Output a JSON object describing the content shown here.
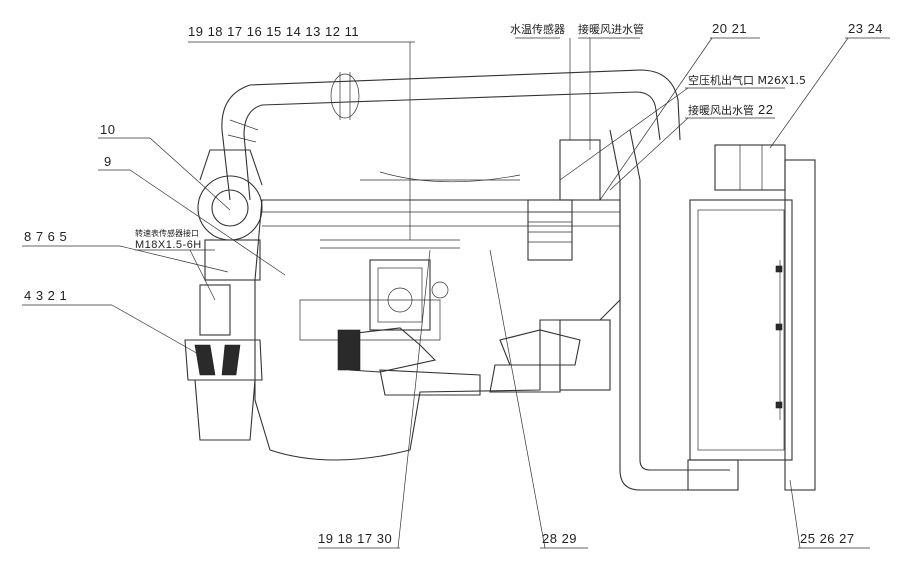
{
  "labels": {
    "top_left": "19 18 17 16 15 14 13 12 11",
    "top_right": "23 24",
    "top_mid": "20 21",
    "water_temp_sensor": "水温传感器",
    "heater_inlet": "接暖风进水管",
    "air_compressor_outlet": "空压机出气口 M26X1.5",
    "heater_outlet": "接暖风出水管",
    "n22": "22",
    "n10": "10",
    "n9": "9",
    "left_8_5": "8 7 6 5",
    "speed_sensor_interface": "转速表传感器接口",
    "speed_sensor_thread": "M18X1.5-6H",
    "left_4_1": "4 3 2 1",
    "bottom_left": "19 18 17 30",
    "bottom_mid": "28 29",
    "bottom_right": "25 26 27"
  }
}
